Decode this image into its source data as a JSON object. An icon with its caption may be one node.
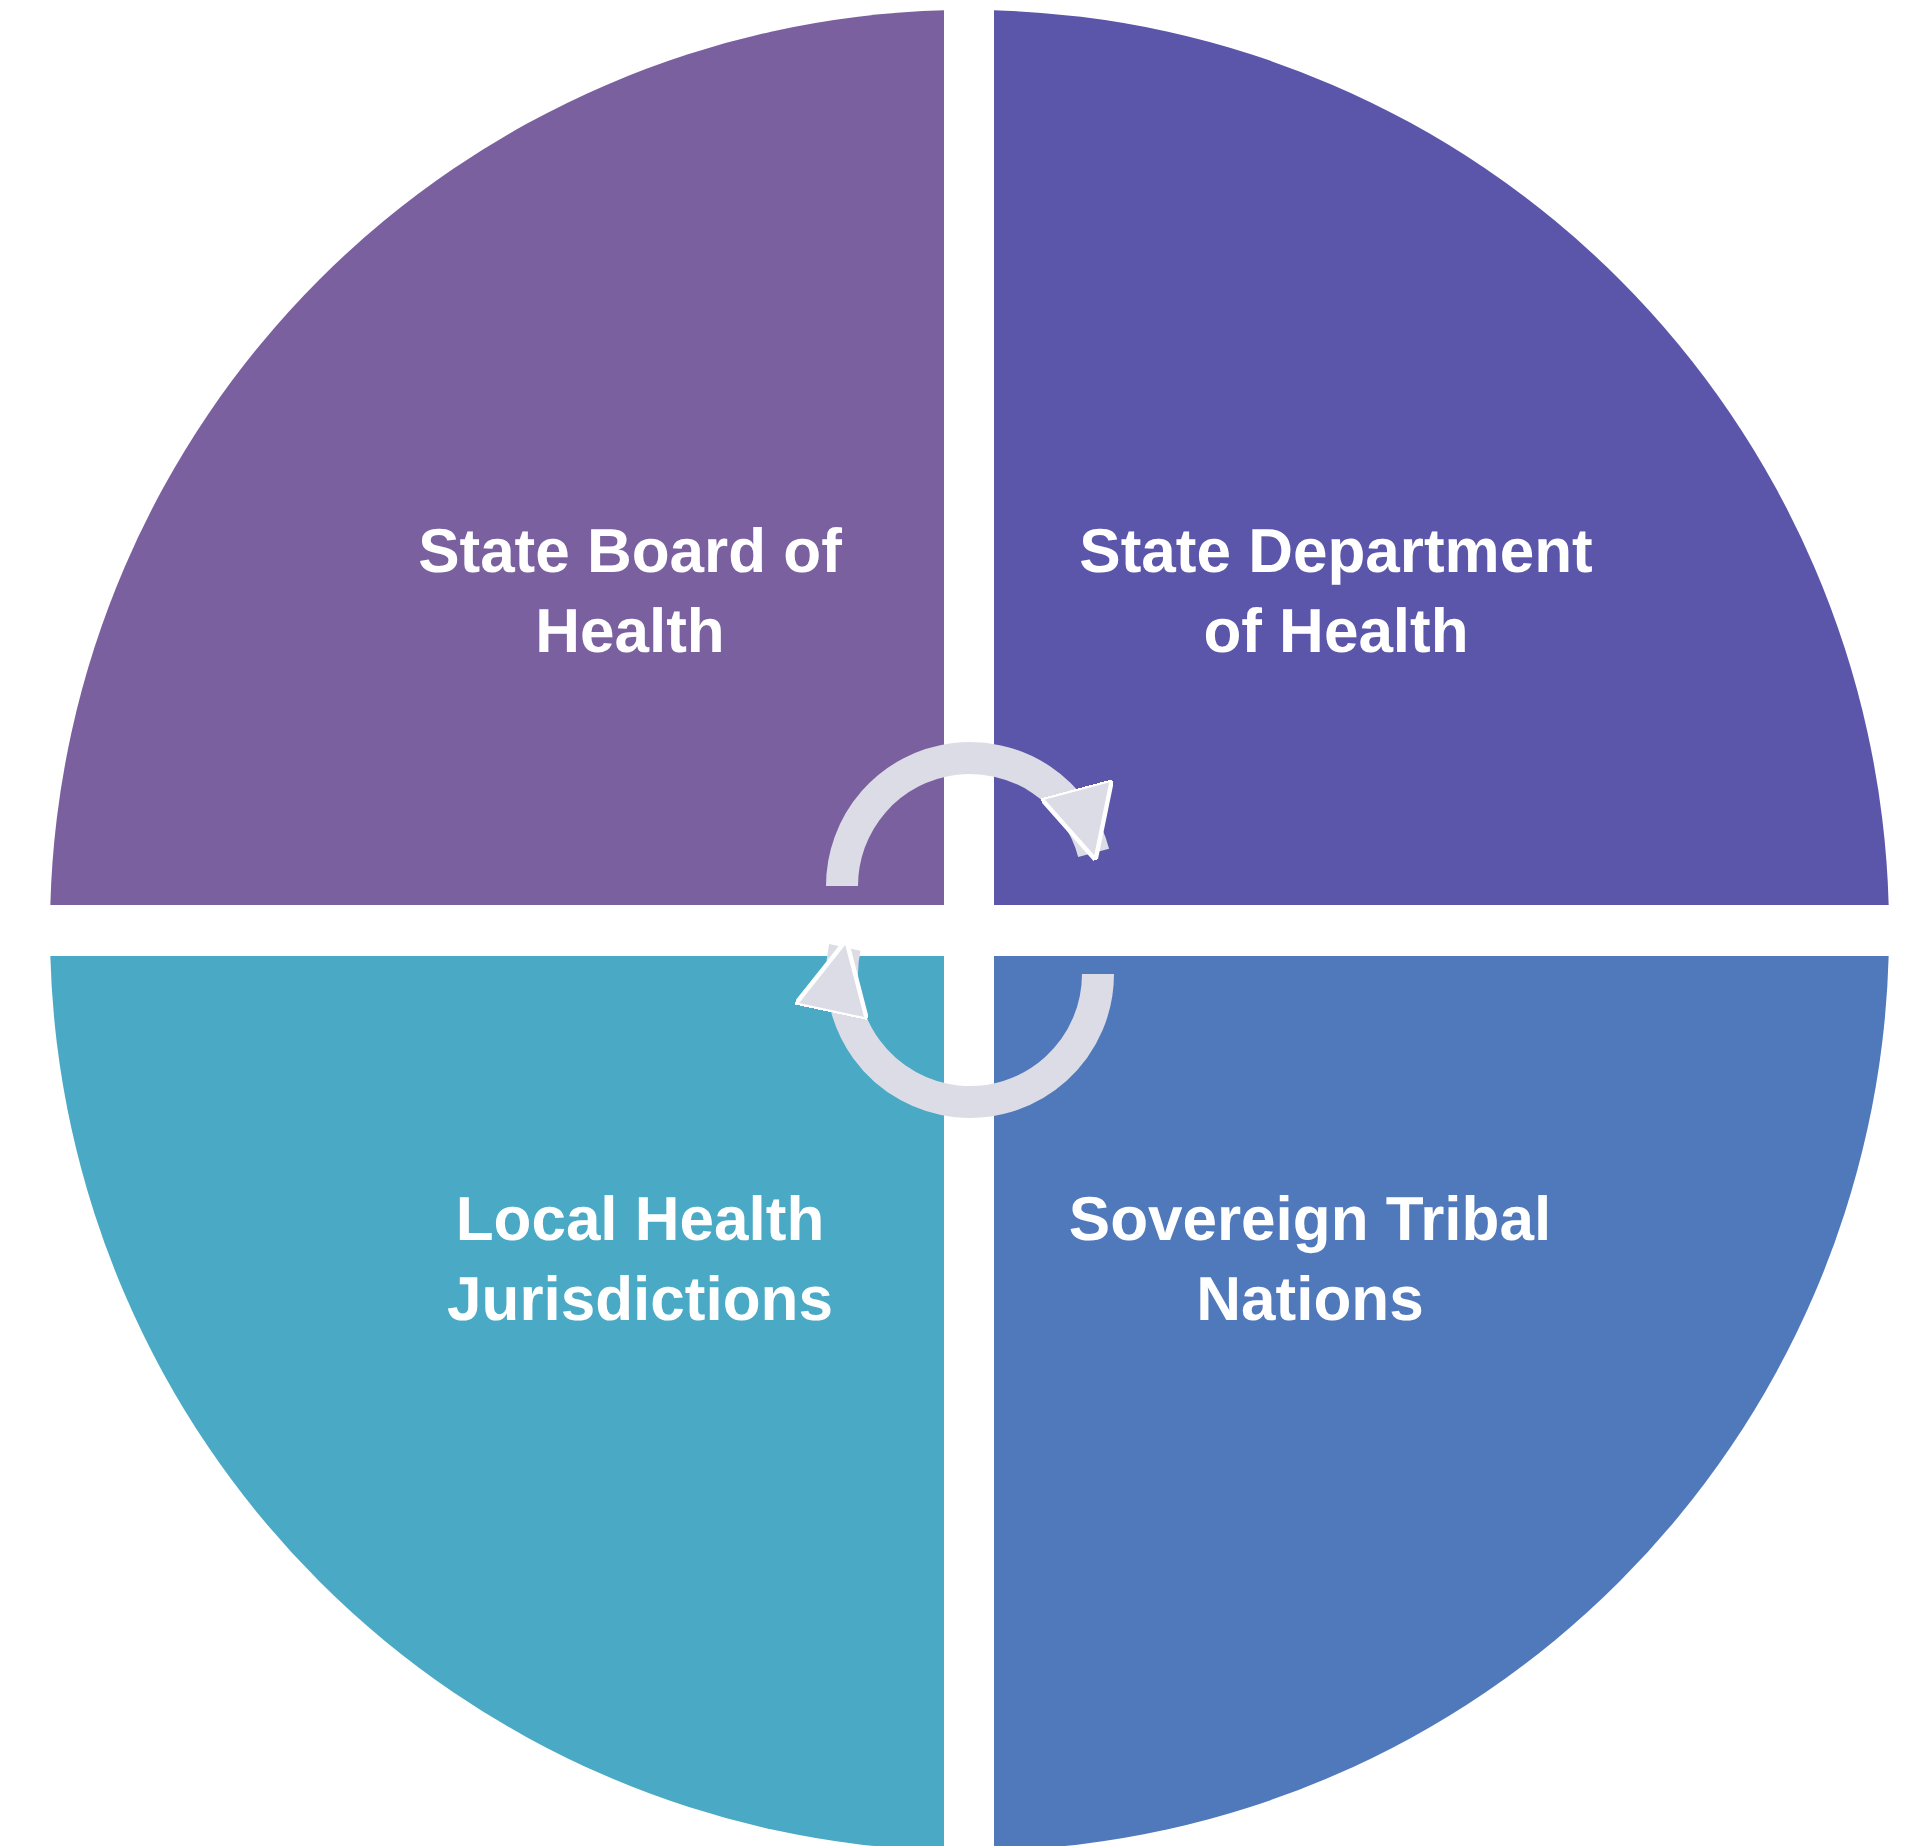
{
  "diagram": {
    "nodes": [
      {
        "text": [
          "State Board of Health"
        ]
      },
      {
        "text": [
          "State Department of Health"
        ]
      },
      {
        "text": [
          "Local Health Jurisdictions"
        ]
      },
      {
        "text": [
          "Sovereign Tribal Nations"
        ]
      }
    ],
    "edges": [
      {
        "from": 0,
        "to": 1,
        "arrow": "to"
      },
      {
        "from": 3,
        "to": 2,
        "arrow": "to"
      }
    ]
  }
}
